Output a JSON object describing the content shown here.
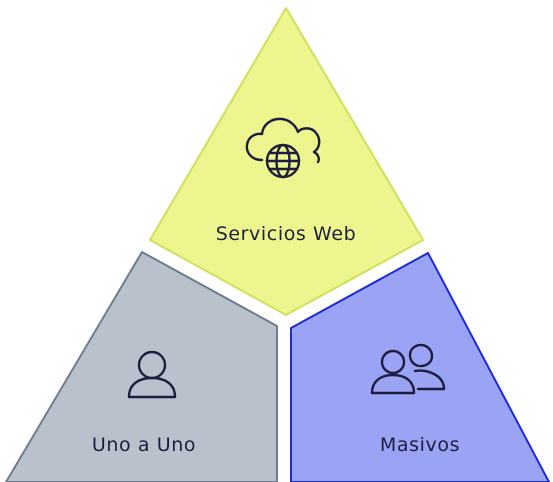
{
  "segments": {
    "top": {
      "label": "Servicios Web",
      "icon": "cloud-globe-icon",
      "fill": "#eef58e",
      "stroke": "#cfe05a"
    },
    "left": {
      "label": "Uno a Uno",
      "icon": "user-icon",
      "fill": "#b9c2cc",
      "stroke": "#6e7d8c"
    },
    "right": {
      "label": "Masivos",
      "icon": "users-group-icon",
      "fill": "#9aa3f4",
      "stroke": "#1d2bd6"
    }
  }
}
